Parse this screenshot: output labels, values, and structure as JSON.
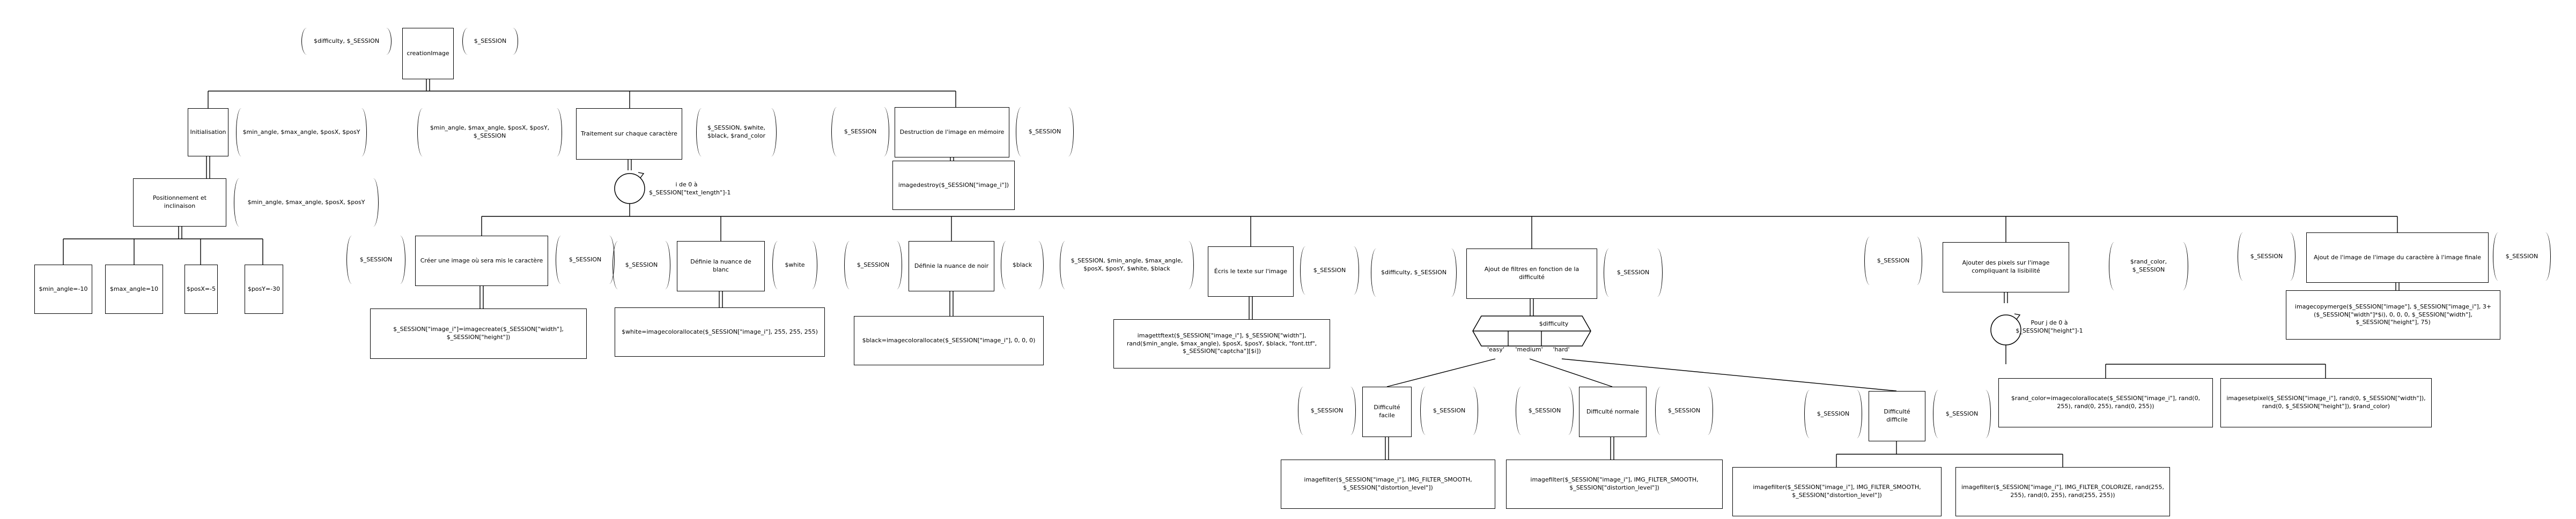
{
  "diagram": {
    "root": {
      "label": "creationImage",
      "in": "$difficulty, $_SESSION",
      "out": "$_SESSION"
    },
    "init": {
      "label": "Initialisation",
      "out": "$min_angle, $max_angle, $posX, $posY"
    },
    "position": {
      "label": "Positionnement et inclinaison",
      "out": "$min_angle, $max_angle, $posX, $posY"
    },
    "leaves": [
      "$min_angle=-10",
      "$max_angle=10",
      "$posX=-5",
      "$posY=-30"
    ],
    "traitement": {
      "label": "Traitement sur chaque caractère",
      "in": "$min_angle, $max_angle, $posX, $posY, $_SESSION",
      "out": "$_SESSION, $white, $black, $rand_color"
    },
    "loop1": {
      "label": "i de 0 à $_SESSION[\"text_length\"]-1"
    },
    "destruction": {
      "label": "Destruction de l'image en mémoire",
      "in": "$_SESSION",
      "out": "$_SESSION",
      "code": "imagedestroy($_SESSION[\"image_i\"])"
    },
    "creer": {
      "label": "Créer une image où sera mis le caractère",
      "in": "$_SESSION",
      "out": "$_SESSION",
      "code": "$_SESSION[\"image_i\"]=imagecreate($_SESSION[\"width\"], $_SESSION[\"height\"])"
    },
    "blanc": {
      "label": "Définie la nuance de blanc",
      "in": "$_SESSION",
      "out": "$white",
      "code": "$white=imagecolorallocate($_SESSION[\"image_i\"], 255, 255, 255)"
    },
    "noir": {
      "label": "Définie la nuance de noir",
      "in": "$_SESSION",
      "out": "$black",
      "code": "$black=imagecolorallocate($_SESSION[\"image_i\"], 0, 0, 0)"
    },
    "ecrire": {
      "label": "Écris le texte sur l'image",
      "in": "$_SESSION, $min_angle, $max_angle, $posX, $posY, $white, $black",
      "out": "$_SESSION",
      "code": "imagettftext($_SESSION[\"image_i\"], $_SESSION[\"width\"], rand($min_angle, $max_angle), $posX, $posY, $black, \"font.ttf\", $_SESSION[\"captcha\"][$i])"
    },
    "filtres": {
      "label": "Ajout de filtres en fonction de la difficulté",
      "in": "$difficulty, $_SESSION",
      "out": "$_SESSION"
    },
    "selector": {
      "label": "$difficulty",
      "cases": [
        "'easy'",
        "'medium'",
        "'hard'"
      ]
    },
    "facile": {
      "label": "Difficulté facile",
      "in": "$_SESSION",
      "out": "$_SESSION",
      "code": "imagefilter($_SESSION[\"image_i\"], IMG_FILTER_SMOOTH, $_SESSION[\"distortion_level\"])"
    },
    "normale": {
      "label": "Difficulté normale",
      "in": "$_SESSION",
      "out": "$_SESSION",
      "code": "imagefilter($_SESSION[\"image_i\"], IMG_FILTER_SMOOTH, $_SESSION[\"distortion_level\"])"
    },
    "difficile": {
      "label": "Difficulté difficile",
      "in": "$_SESSION",
      "out": "$_SESSION",
      "code1": "imagefilter($_SESSION[\"image_i\"], IMG_FILTER_SMOOTH, $_SESSION[\"distortion_level\"])",
      "code2": "imagefilter($_SESSION[\"image_i\"], IMG_FILTER_COLORIZE, rand(255, 255), rand(0, 255), rand(255, 255))"
    },
    "pixels": {
      "label": "Ajouter des pixels sur l'image compliquant la lisibilité",
      "in": "$_SESSION",
      "out": "$rand_color, $_SESSION",
      "code1": "$rand_color=imagecolorallocate($_SESSION[\"image_i\"], rand(0, 255), rand(0, 255), rand(0, 255))",
      "code2": "imagesetpixel($_SESSION[\"image_i\"], rand(0, $_SESSION[\"width\"]), rand(0, $_SESSION[\"height\"]), $rand_color)"
    },
    "loop2": {
      "label": "Pour j de 0 à $_SESSION[\"height\"]-1"
    },
    "finale": {
      "label": "Ajout de l'image de l'image du caractère à l'image finale",
      "in": "$_SESSION",
      "out": "$_SESSION",
      "code": "imagecopymerge($_SESSION[\"image\"], $_SESSION[\"image_i\"], 3+($_SESSION[\"width\"]*$i), 0, 0, 0, $_SESSION[\"width\"], $_SESSION[\"height\"], 75)"
    }
  }
}
